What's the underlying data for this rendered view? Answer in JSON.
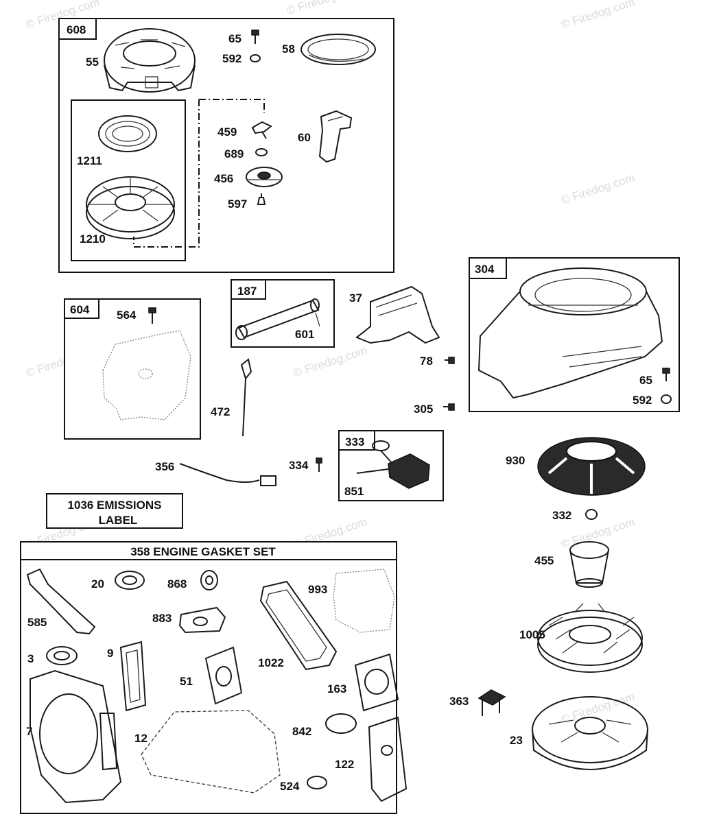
{
  "watermark": "© Firedog.com",
  "boxes": {
    "b608": "608",
    "b604": "604",
    "b187": "187",
    "b304": "304",
    "b333": "333",
    "emissions_line1": "1036 EMISSIONS",
    "emissions_line2": "LABEL",
    "gasket_title": "358 ENGINE GASKET SET"
  },
  "labels": {
    "p55": "55",
    "p65a": "65",
    "p592a": "592",
    "p58": "58",
    "p459": "459",
    "p689": "689",
    "p456": "456",
    "p597": "597",
    "p60": "60",
    "p1211": "1211",
    "p1210": "1210",
    "p564": "564",
    "p601": "601",
    "p37": "37",
    "p78": "78",
    "p305": "305",
    "p65b": "65",
    "p592b": "592",
    "p472": "472",
    "p356": "356",
    "p334": "334",
    "p851": "851",
    "p930": "930",
    "p332": "332",
    "p455": "455",
    "p1005": "1005",
    "p363": "363",
    "p23": "23",
    "p20": "20",
    "p868": "868",
    "p993": "993",
    "p585": "585",
    "p883": "883",
    "p3": "3",
    "p9": "9",
    "p1022": "1022",
    "p51": "51",
    "p163": "163",
    "p7": "7",
    "p12": "12",
    "p842": "842",
    "p122": "122",
    "p524": "524"
  }
}
